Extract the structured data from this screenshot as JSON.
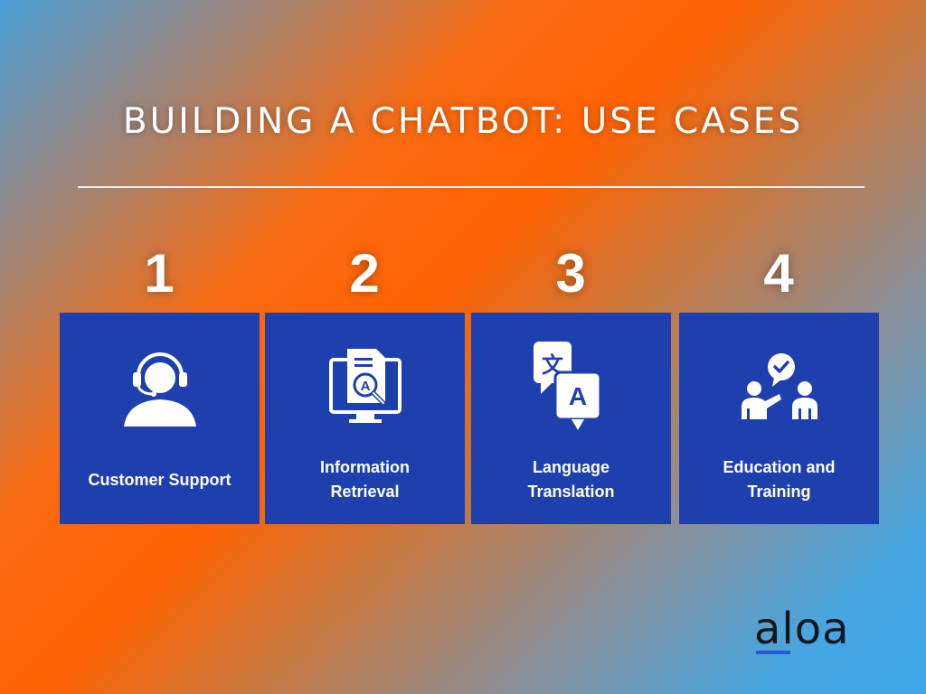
{
  "title": "BUILDING A CHATBOT: USE CASES",
  "use_cases": [
    {
      "number": "1",
      "label": "Customer Support",
      "icon": "headset-agent-icon"
    },
    {
      "number": "2",
      "label": "Information\nRetrieval",
      "icon": "document-search-icon"
    },
    {
      "number": "3",
      "label": "Language\nTranslation",
      "icon": "translate-icon"
    },
    {
      "number": "4",
      "label": "Education and\nTraining",
      "icon": "teaching-people-icon"
    }
  ],
  "brand": {
    "name": "aloa",
    "accent": "#1e5bd6"
  },
  "colors": {
    "card": "#1e3fae",
    "text": "#ffffff"
  }
}
